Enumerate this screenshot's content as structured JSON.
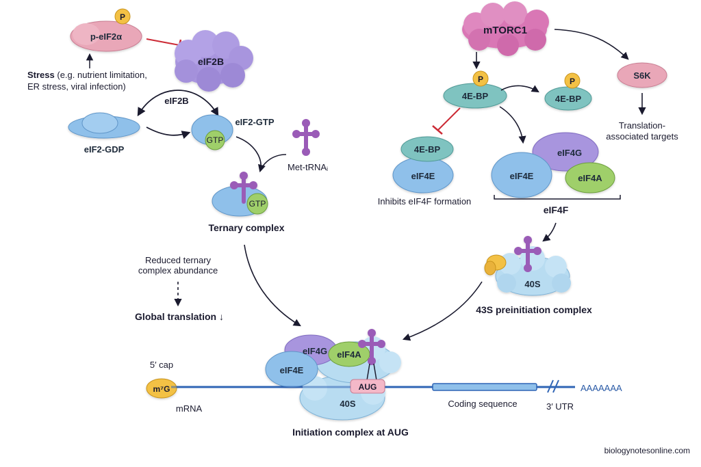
{
  "left_pathway": {
    "p_eif2a": "p-eIF2α",
    "phospho": "P",
    "eif2b_blob": "eIF2B",
    "stress_bold": "Stress",
    "stress_rest_1": " (e.g. nutrient limitation,",
    "stress_rest_2": "ER stress, viral infection)",
    "eif2b_label": "eIF2B",
    "eif2_gdp": "eIF2-GDP",
    "eif2_gtp": "eIF2-GTP",
    "gtp": "GTP",
    "met_trna": "Met-tRNAᵢ",
    "ternary_complex": "Ternary complex",
    "reduced_1": "Reduced ternary",
    "reduced_2": "complex abundance",
    "global_translation": "Global translation ↓"
  },
  "right_pathway": {
    "mtorc1": "mTORC1",
    "s6k": "S6K",
    "targets_1": "Translation-",
    "targets_2": "associated targets",
    "phospho": "P",
    "ebp_4e": "4E-BP",
    "eif4e": "eIF4E",
    "eif4g": "eIF4G",
    "eif4a": "eIF4A",
    "inhibits": "Inhibits eIF4F formation",
    "eif4f": "eIF4F",
    "s40": "40S",
    "preinitiation": "43S preinitiation complex"
  },
  "bottom": {
    "cap_label": "5′ cap",
    "m7g": "m⁷G",
    "mrna": "mRNA",
    "eif4g": "eIF4G",
    "eif4a": "eIF4A",
    "eif4e": "eIF4E",
    "aug": "AUG",
    "s40": "40S",
    "coding": "Coding sequence",
    "utr": "3′ UTR",
    "polya": "AAAAAAA",
    "initiation": "Initiation complex at AUG"
  },
  "footer": {
    "watermark": "biologynotesonline.com"
  },
  "colors": {
    "pink": "#e9a7b8",
    "magenta": "#d977b5",
    "purple": "#a895de",
    "blue": "#8fc0ea",
    "teal": "#7fc3c0",
    "green": "#9fcf6a",
    "yellow": "#f3c145",
    "trna": "#9a5bb7",
    "ribosome": "#b8dcf1",
    "inhibit": "#cc2b36",
    "mrna_line": "#2f64b5"
  }
}
